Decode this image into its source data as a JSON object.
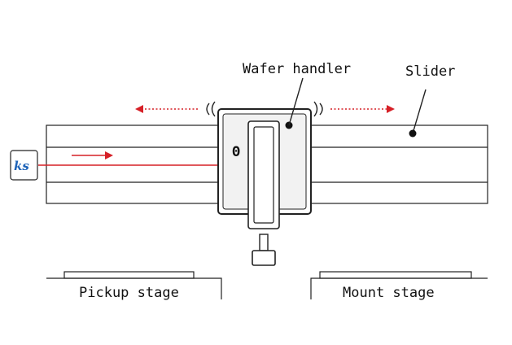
{
  "labels": {
    "wafer_handler": "Wafer handler",
    "slider": "Slider",
    "pickup_stage": "Pickup stage",
    "mount_stage": "Mount stage",
    "theta": "Θ",
    "logo": "ks"
  },
  "colors": {
    "line": "#222222",
    "arrow_red": "#d62027",
    "logo_blue": "#1e63b8",
    "handler_gray": "#f2f2f2",
    "slot_gray": "#e6e6e6"
  },
  "icons": {
    "logo": "ks-logo-icon",
    "motion_left": "motion-waves-left-icon",
    "motion_right": "motion-waves-right-icon"
  }
}
